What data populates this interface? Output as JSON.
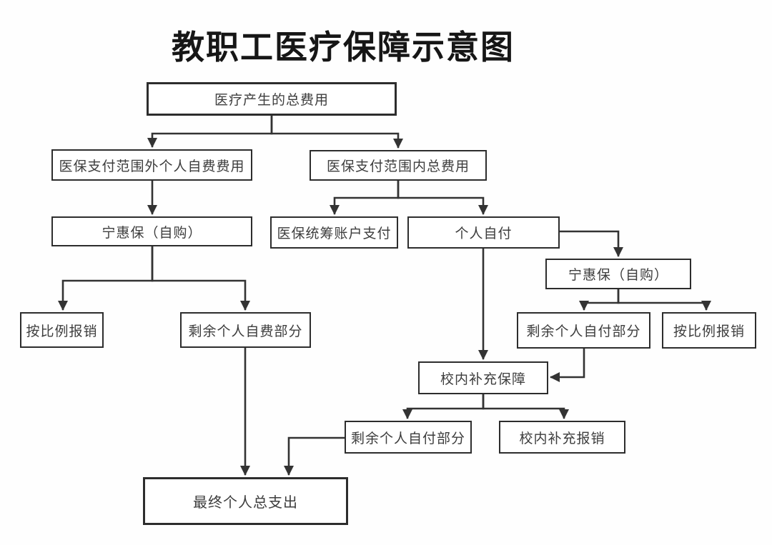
{
  "title": "教职工医疗保障示意图",
  "diagram": {
    "type": "flowchart",
    "line_color": "#333333",
    "box_border_color": "#2d2d2d",
    "background": "#ffffff"
  },
  "nodes": {
    "total_cost": {
      "label": "医疗产生的总费用"
    },
    "outside_scope": {
      "label": "医保支付范围外个人自费费用"
    },
    "inside_scope": {
      "label": "医保支付范围内总费用"
    },
    "ninghuibao_left": {
      "label": "宁惠保（自购）"
    },
    "pooled_account": {
      "label": "医保统筹账户支付"
    },
    "personal_pay": {
      "label": "个人自付"
    },
    "ninghuibao_right": {
      "label": "宁惠保（自购）"
    },
    "prorate_left": {
      "label": "按比例报销"
    },
    "remaining_self_fee": {
      "label": "剩余个人自费部分"
    },
    "remaining_self_pay_right": {
      "label": "剩余个人自付部分"
    },
    "prorate_right": {
      "label": "按比例报销"
    },
    "campus_supplement": {
      "label": "校内补充保障"
    },
    "remaining_self_pay_mid": {
      "label": "剩余个人自付部分"
    },
    "campus_reimburse": {
      "label": "校内补充报销"
    },
    "final_total": {
      "label": "最终个人总支出"
    }
  },
  "edges": [
    {
      "from": "total_cost",
      "to": "outside_scope"
    },
    {
      "from": "total_cost",
      "to": "inside_scope"
    },
    {
      "from": "outside_scope",
      "to": "ninghuibao_left"
    },
    {
      "from": "ninghuibao_left",
      "to": "prorate_left"
    },
    {
      "from": "ninghuibao_left",
      "to": "remaining_self_fee"
    },
    {
      "from": "inside_scope",
      "to": "pooled_account"
    },
    {
      "from": "inside_scope",
      "to": "personal_pay"
    },
    {
      "from": "personal_pay",
      "to": "ninghuibao_right"
    },
    {
      "from": "personal_pay",
      "to": "campus_supplement"
    },
    {
      "from": "ninghuibao_right",
      "to": "remaining_self_pay_right"
    },
    {
      "from": "ninghuibao_right",
      "to": "prorate_right"
    },
    {
      "from": "remaining_self_pay_right",
      "to": "campus_supplement"
    },
    {
      "from": "campus_supplement",
      "to": "remaining_self_pay_mid"
    },
    {
      "from": "campus_supplement",
      "to": "campus_reimburse"
    },
    {
      "from": "remaining_self_fee",
      "to": "final_total"
    },
    {
      "from": "remaining_self_pay_mid",
      "to": "final_total"
    }
  ]
}
